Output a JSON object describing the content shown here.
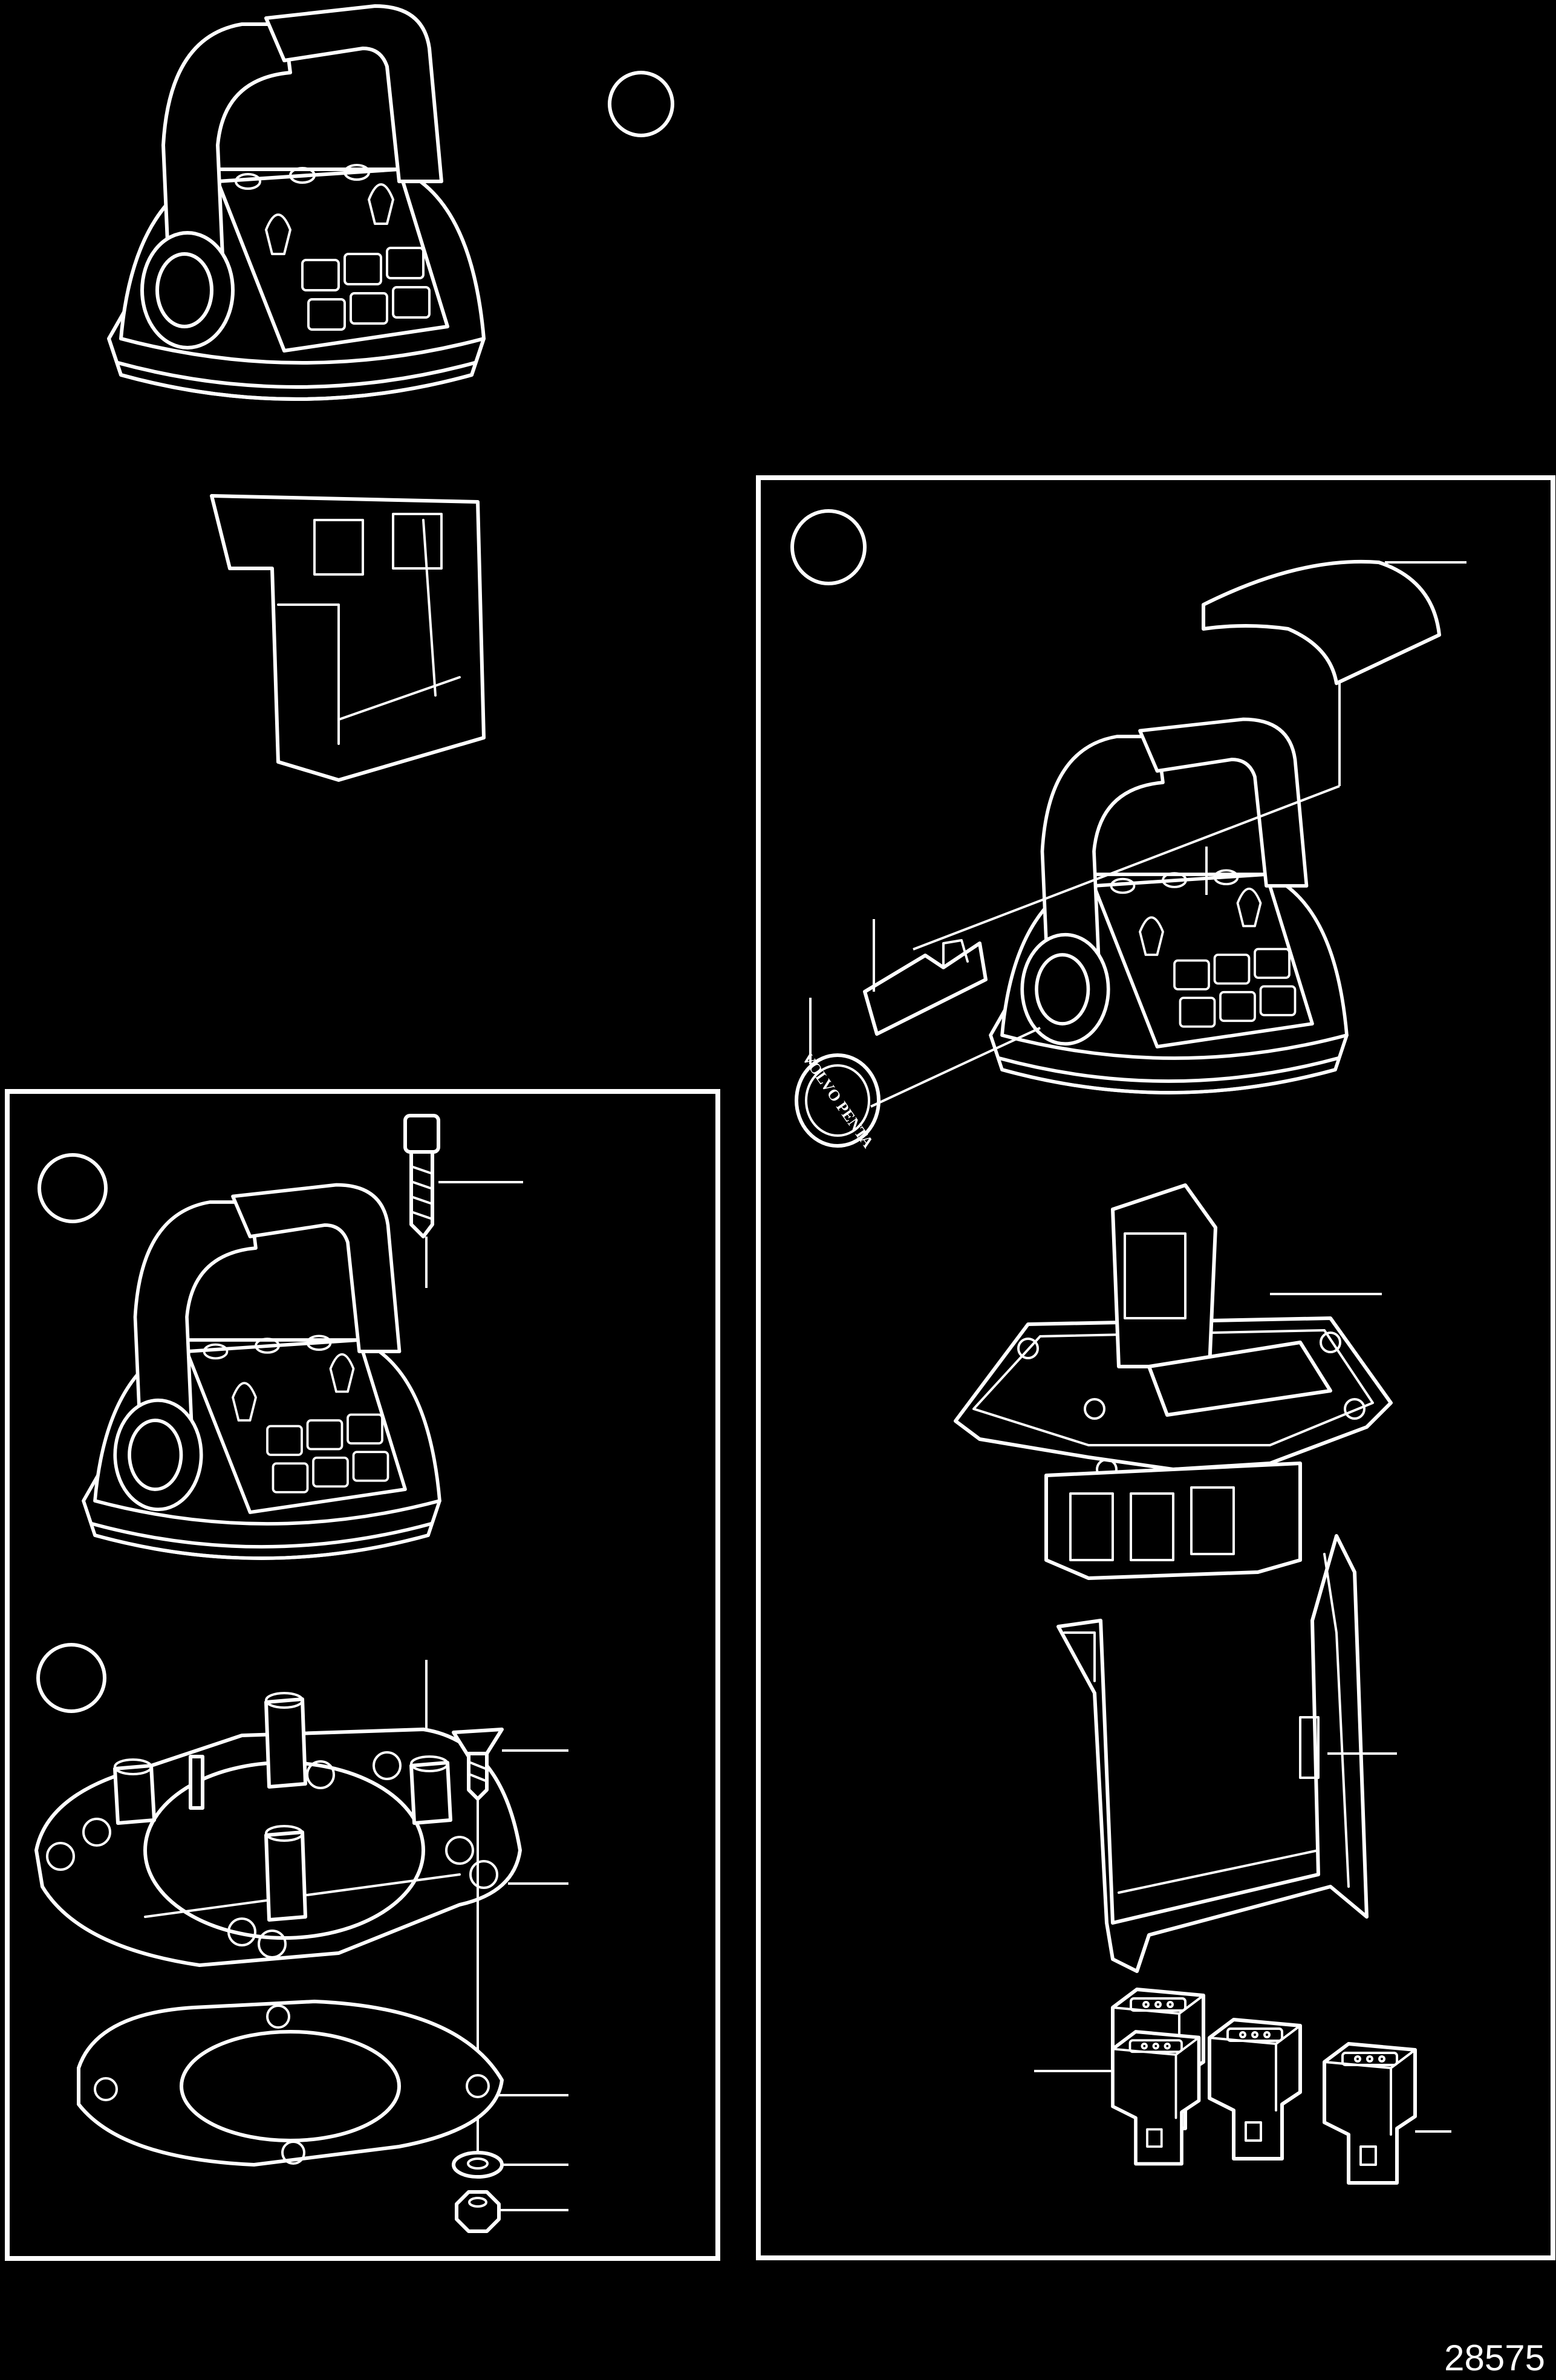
{
  "figure": {
    "number": "28575"
  },
  "colors": {
    "background": "#000000",
    "line": "#ffffff"
  },
  "views": [
    {
      "id": "assembled-control",
      "marker": "circle-empty"
    },
    {
      "id": "exploded-control",
      "marker": "circle-empty"
    },
    {
      "id": "mounting-control",
      "marker": "circle-empty"
    },
    {
      "id": "mounting-base",
      "marker": "circle-empty"
    }
  ],
  "logo": {
    "text": "VOLVO PENTA"
  }
}
